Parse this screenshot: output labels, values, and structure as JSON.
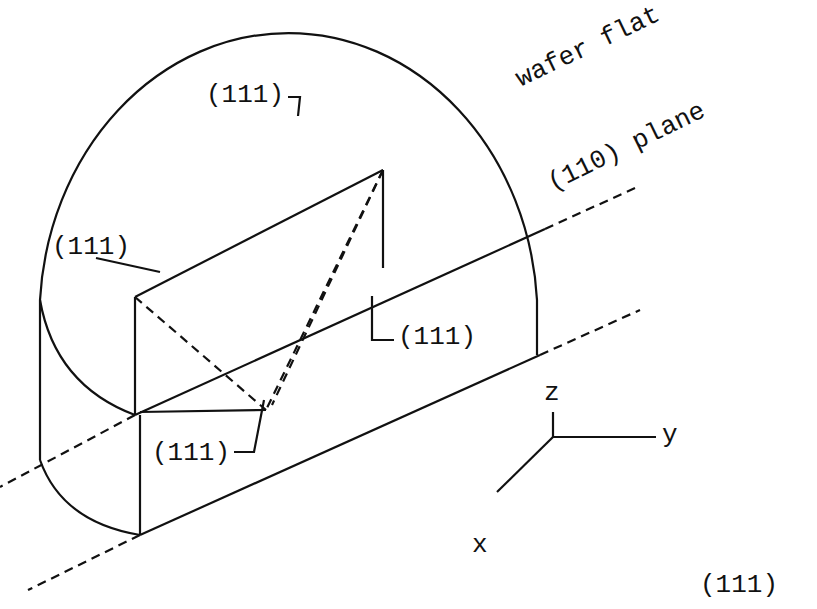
{
  "diagram": {
    "labels": [
      "(111)",
      "(111)",
      "(111)",
      "(111)",
      "wafer flat",
      "(110) plane",
      "z",
      "y",
      "x",
      "(111)"
    ]
  }
}
